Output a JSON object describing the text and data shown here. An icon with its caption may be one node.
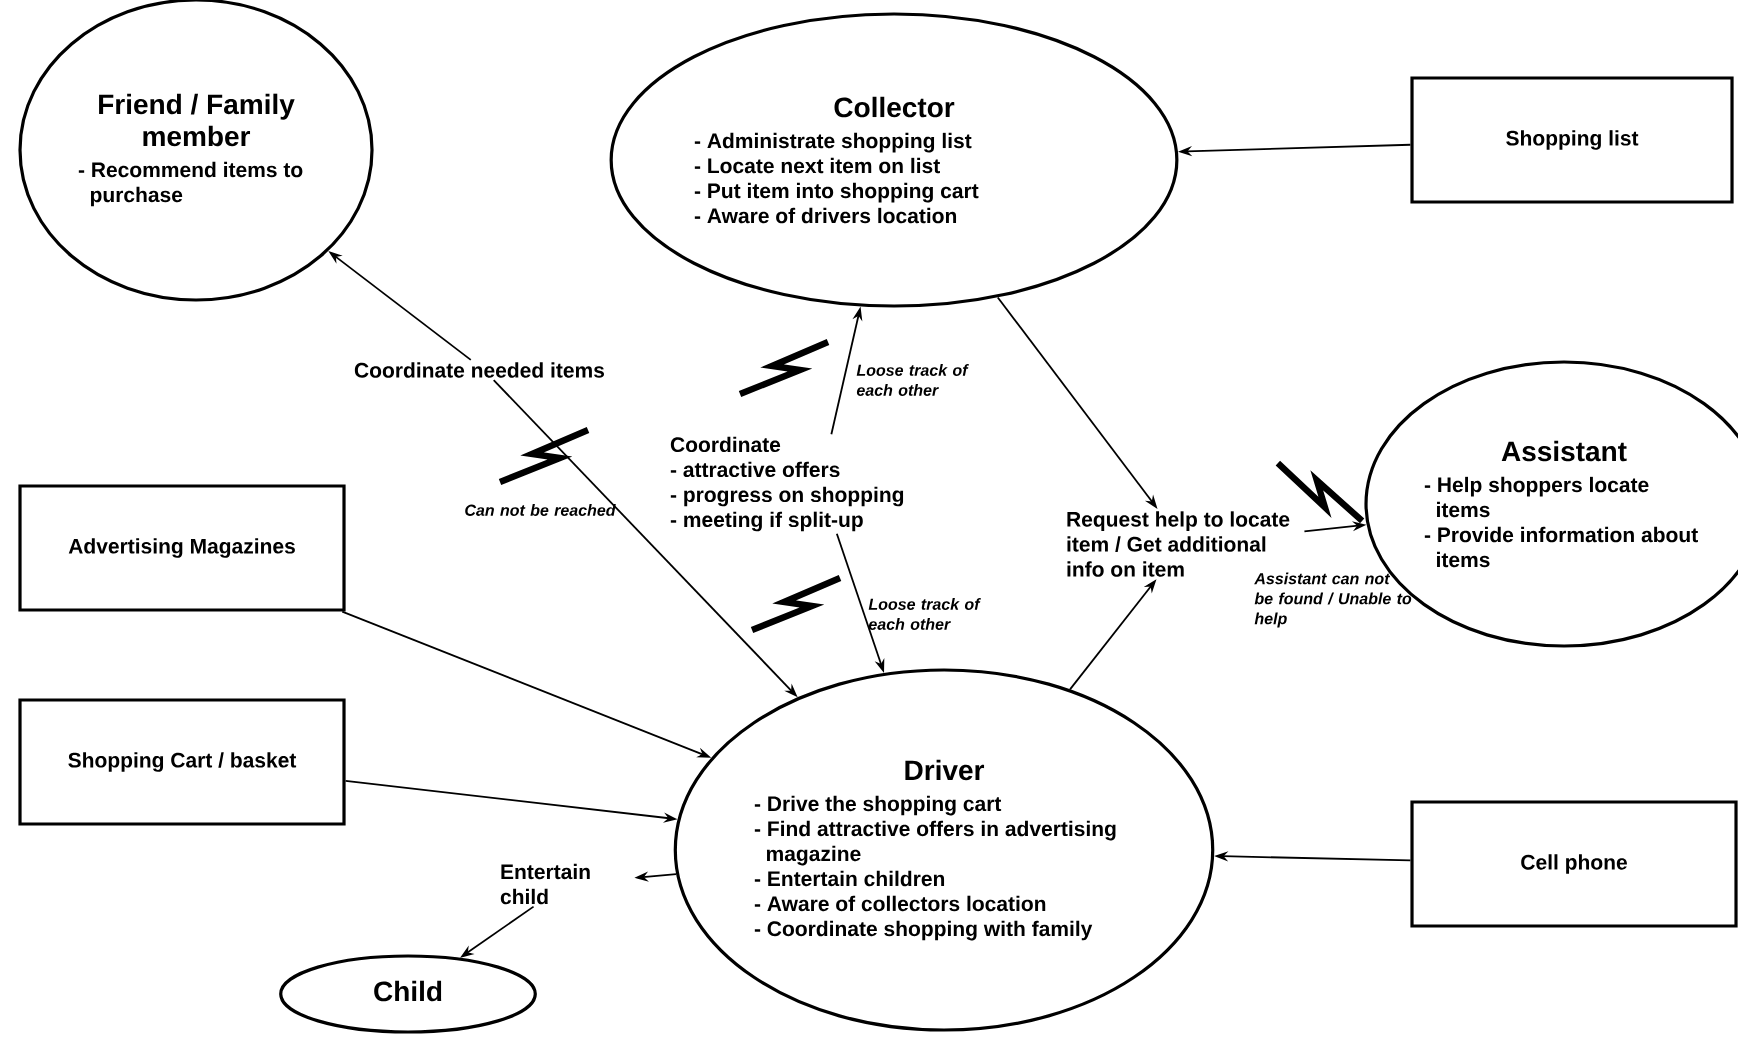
{
  "diagram": {
    "nodes": [
      {
        "text": [
          "Friend / Family member",
          "- Recommend items to purchase"
        ]
      },
      {
        "text": [
          "Collector",
          "- Administrate shopping list",
          "- Locate next item on list",
          "- Put item into shopping cart",
          "- Aware of drivers location"
        ]
      },
      {
        "text": [
          "Shopping list"
        ]
      },
      {
        "text": [
          "Coordinate needed items"
        ]
      },
      {
        "text": [
          "Coordinate",
          "- attractive offers",
          "- progress on shopping",
          "- meeting if split-up"
        ]
      },
      {
        "text": [
          "Request help to locate item / Get additional info on item"
        ]
      },
      {
        "text": [
          "Assistant",
          "- Help shoppers locate items",
          "- Provide information about items"
        ]
      },
      {
        "text": [
          "Advertising Magazines"
        ]
      },
      {
        "text": [
          "Shopping Cart / basket"
        ]
      },
      {
        "text": [
          "Driver",
          "- Drive the shopping cart",
          "- Find attractive offers in advertising magazine",
          "- Entertain children",
          "- Aware of collectors location",
          "- Coordinate shopping with family"
        ]
      },
      {
        "text": [
          "Cell phone"
        ]
      },
      {
        "text": [
          "Entertain child"
        ]
      },
      {
        "text": [
          "Child"
        ]
      }
    ],
    "edges": [
      {
        "from": 2,
        "to": 1,
        "arrow": "to"
      },
      {
        "from": 3,
        "to": 0,
        "arrow": "to"
      },
      {
        "from": 3,
        "to": 9,
        "arrow": "to"
      },
      {
        "from": 4,
        "to": 1,
        "arrow": "to"
      },
      {
        "from": 4,
        "to": 9,
        "arrow": "to"
      },
      {
        "from": 1,
        "to": 5,
        "arrow": "to"
      },
      {
        "from": 9,
        "to": 5,
        "arrow": "to"
      },
      {
        "from": 5,
        "to": 6,
        "arrow": "to"
      },
      {
        "from": 7,
        "to": 9,
        "arrow": "to"
      },
      {
        "from": 8,
        "to": 9,
        "arrow": "to"
      },
      {
        "from": 10,
        "to": 9,
        "arrow": "to"
      },
      {
        "from": 9,
        "to": 11,
        "arrow": "to"
      },
      {
        "from": 11,
        "to": 12,
        "arrow": "to"
      }
    ],
    "labels": [
      "Loose track of each other",
      "Can not be reached",
      "Loose track of each other",
      "Assistant can not be found / Unable to help"
    ]
  }
}
